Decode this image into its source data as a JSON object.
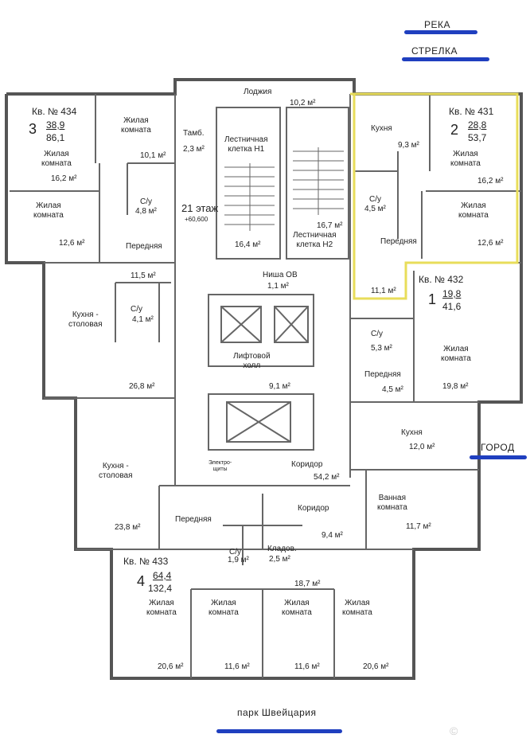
{
  "directions": {
    "river": "РЕКА",
    "strelka": "СТРЕЛКА",
    "city": "ГОРОД",
    "park": "парк Швейцария"
  },
  "floor": {
    "label": "21 этаж",
    "level": "+60,600"
  },
  "common": {
    "loggia": "Лоджия",
    "loggia_area": "10,2 м²",
    "tamb": "Тамб.",
    "tamb_area": "2,3 м²",
    "stair1": "Лестничная\nклетка Н1",
    "stair1_area": "16,4 м²",
    "stair2": "Лестничная\nклетка Н2",
    "stair2_area": "16,7 м²",
    "niche": "Ниша ОВ",
    "niche_area": "1,1 м²",
    "lift_hall": "Лифтовой\nхолл",
    "lift_hall_area": "9,1 м²",
    "electro": "Электро-\nщиты",
    "corridor1": "Коридор",
    "corridor1_area": "54,2 м²",
    "corridor2": "Коридор",
    "corridor2_area": "9,4 м²",
    "bottom_area": "18,7 м²"
  },
  "apartments": {
    "a434": {
      "title": "Кв. № 434",
      "rooms": "3",
      "living": "38,9",
      "total": "86,1",
      "kitchen": "Жилая\nкомната",
      "kitchen_area": "10,1 м²",
      "room1": "Жилая\nкомната",
      "room1_area": "16,2 м²",
      "room2": "Жилая\nкомната",
      "room2_area": "12,6 м²",
      "wc": "С/у",
      "wc_area": "4,8 м²",
      "hall": "Передняя",
      "hall_area": "11,5 м²",
      "kitchen2": "Кухня -\nстоловая",
      "kitchen2_area": "26,8 м²",
      "wc2": "С/у",
      "wc2_area": "4,1 м²"
    },
    "a431": {
      "title": "Кв. № 431",
      "rooms": "2",
      "living": "28,8",
      "total": "53,7",
      "kitchen": "Кухня",
      "kitchen_area": "9,3 м²",
      "room1": "Жилая\nкомната",
      "room1_area": "16,2 м²",
      "room2": "Жилая\nкомната",
      "room2_area": "12,6 м²",
      "wc": "С/у",
      "wc_area": "4,5 м²",
      "hall": "Передняя",
      "hall_area": "11,1 м²"
    },
    "a432": {
      "title": "Кв. № 432",
      "rooms": "1",
      "living": "19,8",
      "total": "41,6",
      "wc": "С/у",
      "wc_area": "5,3 м²",
      "room": "Жилая\nкомната",
      "room_area": "19,8 м²",
      "hall": "Передняя",
      "hall_area": "4,5 м²"
    },
    "a433": {
      "title": "Кв. № 433",
      "rooms": "4",
      "living": "64,4",
      "total": "132,4",
      "kitchen": "Кухня -\nстоловая",
      "kitchen_area": "23,8 м²",
      "hall": "Передняя",
      "wc": "С/у",
      "wc_area": "1,9 м²",
      "storage": "Кладов.",
      "storage_area": "2,5 м²",
      "room1": "Жилая\nкомната",
      "room1_area": "20,6 м²",
      "room2": "Жилая\nкомната",
      "room2_area": "11,6 м²",
      "room3": "Жилая\nкомната",
      "room3_area": "11,6 м²",
      "room4": "Жилая\nкомната",
      "room4_area": "20,6 м²"
    },
    "right_block": {
      "kitchen": "Кухня",
      "kitchen_area": "12,0 м²",
      "bath": "Ванная\nкомната",
      "bath_area": "11,7 м²"
    }
  },
  "colors": {
    "wall": "#555555",
    "highlight": "#e8dd5a",
    "accent": "#1f3fbf"
  }
}
